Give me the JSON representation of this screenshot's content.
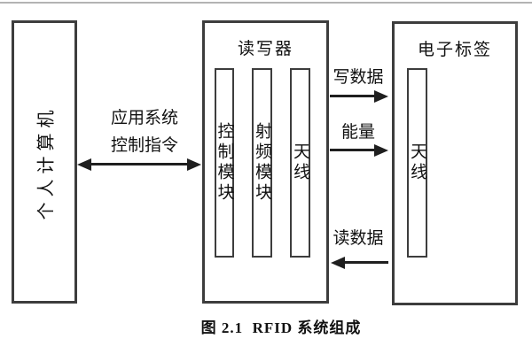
{
  "figure": {
    "caption": "图 2.1  RFID 系统组成"
  },
  "pc": {
    "label": "个人计算机"
  },
  "reader": {
    "title": "读写器",
    "modules": [
      {
        "label": "控制模块"
      },
      {
        "label": "射频模块"
      },
      {
        "label": "天线"
      }
    ]
  },
  "tag": {
    "title": "电子标签",
    "modules": [
      {
        "label": "天线"
      }
    ]
  },
  "links": {
    "pc_reader": {
      "label_line1": "应用系统",
      "label_line2": "控制指令",
      "direction": "bidirectional"
    },
    "write_data": {
      "label": "写数据",
      "direction": "reader-to-tag"
    },
    "energy": {
      "label": "能量",
      "direction": "reader-to-tag"
    },
    "read_data": {
      "label": "读数据",
      "direction": "tag-to-reader"
    }
  },
  "colors": {
    "box_border": "#3d3d3d",
    "arrow": "#1f1f1f",
    "text": "#111111",
    "background": "#ffffff",
    "scan_line": "#b3b3b3"
  }
}
